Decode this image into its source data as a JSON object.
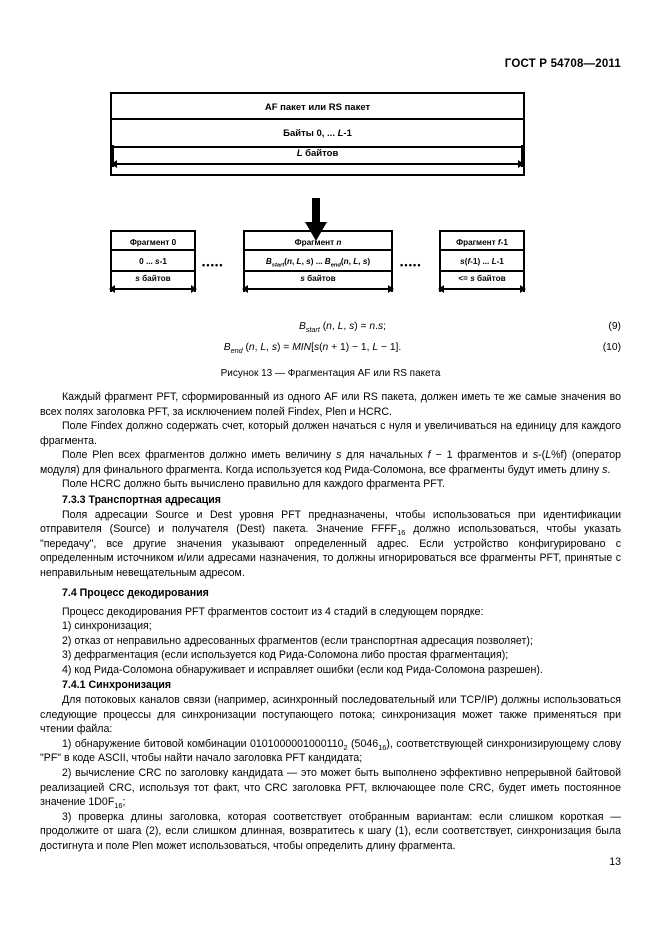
{
  "document": {
    "standard_header": "ГОСТ Р 54708—2011",
    "page_number": "13"
  },
  "figure": {
    "packet": {
      "row1": "AF пакет или RS пакет",
      "row2": "Байты 0, ... L-1",
      "dimension": "L байтов"
    },
    "fragments": [
      {
        "title": "Фрагмент 0",
        "range": "0 ... s-1",
        "dimension": "s байтов"
      },
      {
        "title": "Фрагмент n",
        "range": "Bstart(n, L, s) ... Bend(n, L, s)",
        "dimension": "s байтов"
      },
      {
        "title": "Фрагмент f-1",
        "range": "s(f-1) ... L-1",
        "dimension": "<= s байтов"
      }
    ],
    "ellipsis_left": "•••••",
    "ellipsis_right": "•••••",
    "caption": "Рисунок 13 — Фрагментация AF или RS пакета"
  },
  "equations": [
    {
      "text": "Bstart (n, L, s) = n.s;",
      "number": "(9)"
    },
    {
      "text": "Bend (n, L, s) = MIN[s(n + 1) − 1, L − 1].",
      "number": "(10)"
    }
  ],
  "body": {
    "p1": "Каждый фрагмент PFT, сформированный из одного AF или RS пакета, должен иметь те же самые значения во всех полях заголовка PFT, за исключением полей Findex, Plen и HCRC.",
    "p2": "Поле Findex должно содержать счет, который должен начаться с нуля и увеличиваться на единицу для каждого фрагмента.",
    "p3_a": "Поле Plen всех фрагментов должно иметь величину ",
    "p3_b": " для начальных ",
    "p3_c": " − 1 фрагментов и ",
    "p3_d": "-(",
    "p3_e": "%f) (оператор модуля) для финального фрагмента. Когда используется код Рида-Соломона, все фрагменты будут иметь длину ",
    "p3_f": ".",
    "p4": "Поле HCRC должно быть вычислено правильно для каждого фрагмента PFT.",
    "h733": "7.3.3  Транспортная адресация",
    "p5_a": "Поля адресации Source и Dest уровня PFT предназначены, чтобы использоваться при идентификации отправителя (Source) и получателя (Dest) пакета. Значение FFFF",
    "p5_sub": "16",
    "p5_b": " должно использоваться, чтобы указать \"передачу\", все другие значения указывают определенный адрес. Если устройство конфигурировано с определенным источником и/или адресами назначения, то должны игнорироваться все фрагменты PFT, принятые с неправильным невещательным адресом.",
    "h74": "7.4  Процесс декодирования",
    "p6": "Процесс декодирования PFT фрагментов состоит из 4 стадий в следующем порядке:",
    "list1": [
      "1)  синхронизация;",
      "2)  отказ от неправильно адресованных фрагментов (если транспортная адресация позволяет);",
      "3)  дефрагментация (если используется код Рида-Соломона либо простая фрагментация);",
      "4)  код Рида-Соломона обнаруживает и исправляет ошибки (если код Рида-Соломона разрешен)."
    ],
    "h741": "7.4.1  Синхронизация",
    "p7": "Для потоковых каналов связи (например, асинхронный последовательный или TCP/IP) должны использоваться следующие процессы для синхронизации поступающего потока; синхронизация может также применяться при чтении файла:",
    "item1_a": "1)  обнаружение битовой комбинации 0101000001000110",
    "item1_sub1": "2",
    "item1_b": " (5046",
    "item1_sub2": "16",
    "item1_c": "), соответствующей синхронизирующему слову \"PF\" в коде ASCII, чтобы найти начало заголовка PFT кандидата;",
    "item2_a": "2)  вычисление CRC по заголовку кандидата — это может быть выполнено эффективно непрерывной байтовой реализацией CRC, используя тот факт, что CRC заголовка PFT, включающее поле CRC, будет иметь постоянное значение 1D0F",
    "item2_sub": "16",
    "item2_b": ";",
    "item3": "3)  проверка длины заголовка, которая соответствует отобранным вариантам: если слишком короткая — продолжите от шага (2), если слишком длинная, возвратитесь к шагу (1), если соответствует, синхронизация была достигнута и поле Plen может использоваться, чтобы определить длину фрагмента."
  }
}
